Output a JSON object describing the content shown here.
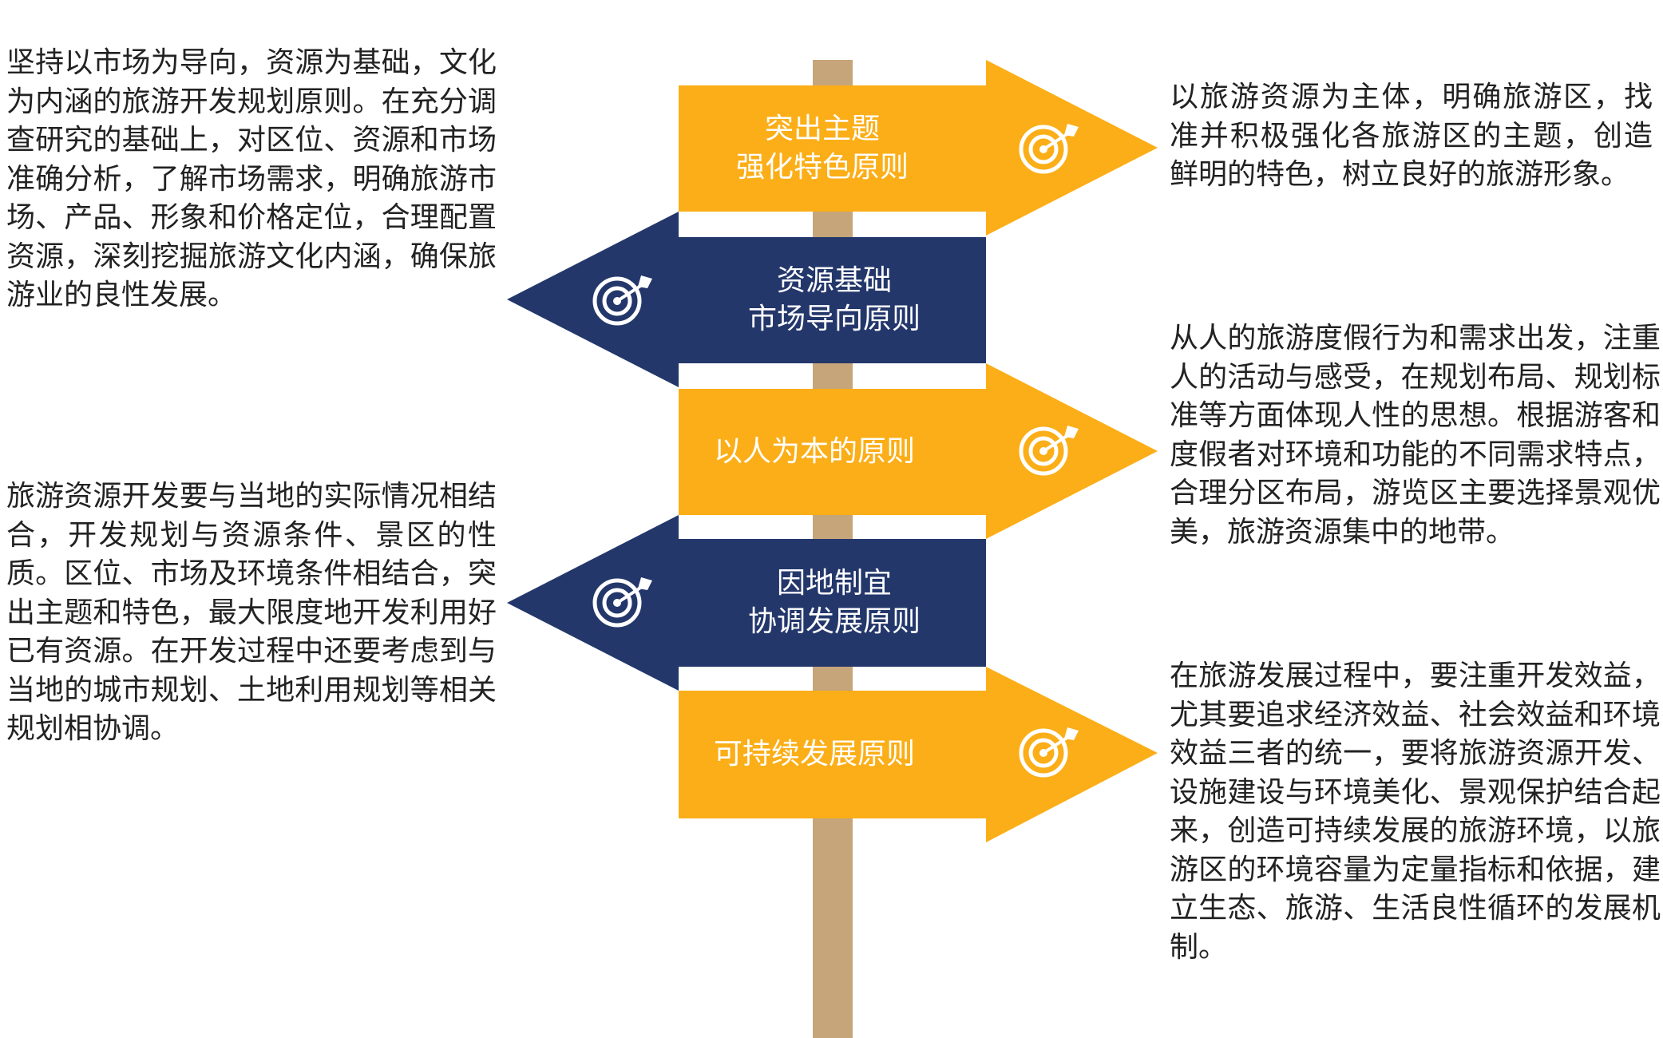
{
  "colors": {
    "orange": "#FBAE17",
    "navy": "#23376B",
    "post": "#C6A57A",
    "text": "#222222"
  },
  "signs": [
    {
      "direction": "right",
      "color": "orange",
      "lines": [
        "突出主题",
        "强化特色原则"
      ],
      "icon": "target-arrow-icon"
    },
    {
      "direction": "left",
      "color": "navy",
      "lines": [
        "资源基础",
        "市场导向原则"
      ],
      "icon": "target-arrow-icon"
    },
    {
      "direction": "right",
      "color": "orange",
      "lines": [
        "以人为本的原则"
      ],
      "icon": "target-arrow-icon"
    },
    {
      "direction": "left",
      "color": "navy",
      "lines": [
        "因地制宜",
        "协调发展原则"
      ],
      "icon": "target-arrow-icon"
    },
    {
      "direction": "right",
      "color": "orange",
      "lines": [
        "可持续发展原则"
      ],
      "icon": "target-arrow-icon"
    }
  ],
  "descriptions": {
    "left_1": "坚持以市场为导向，资源为基础，文化为内涵的旅游开发规划原则。在充分调查研究的基础上，对区位、资源和市场准确分析，了解市场需求，明确旅游市场、产品、形象和价格定位，合理配置资源，深刻挖掘旅游文化内涵，确保旅游业的良性发展。",
    "left_2": "旅游资源开发要与当地的实际情况相结合，开发规划与资源条件、景区的性质。区位、市场及环境条件相结合，突出主题和特色，最大限度地开发利用好已有资源。在开发过程中还要考虑到与当地的城市规划、土地利用规划等相关规划相协调。",
    "right_1": "以旅游资源为主体，明确旅游区，找准并积极强化各旅游区的主题，创造鲜明的特色，树立良好的旅游形象。",
    "right_2": "从人的旅游度假行为和需求出发，注重人的活动与感受，在规划布局、规划标准等方面体现人性的思想。根据游客和度假者对环境和功能的不同需求特点，合理分区布局，游览区主要选择景观优美，旅游资源集中的地带。",
    "right_3": "在旅游发展过程中，要注重开发效益，尤其要追求经济效益、社会效益和环境效益三者的统一，要将旅游资源开发、设施建设与环境美化、景观保护结合起来，创造可持续发展的旅游环境，以旅游区的环境容量为定量指标和依据，建立生态、旅游、生活良性循环的发展机制。"
  }
}
